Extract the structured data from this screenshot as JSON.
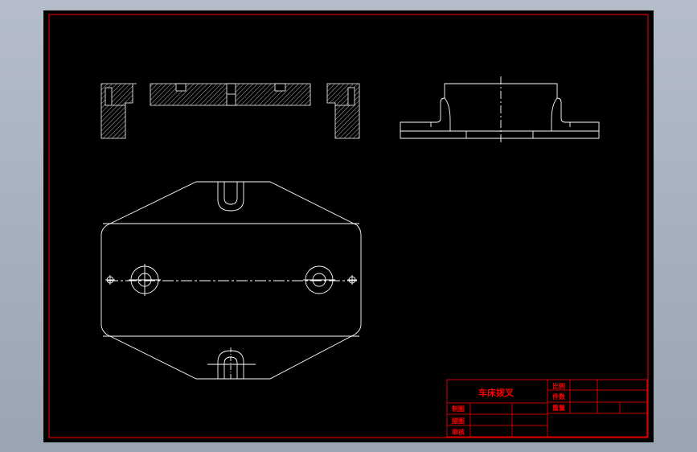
{
  "app": {
    "canvas_background": "#000000",
    "viewport_background": "#a8b1bd",
    "line_color": "#ffffff",
    "border_color": "#ff0000",
    "text_color": "#ff0000"
  },
  "title_block": {
    "drawing_name": "车床拨叉",
    "scale_label": "比例",
    "count_label": "件数",
    "weight_label": "重量",
    "drawn_by_label": "制图",
    "designed_by_label": "描图",
    "checked_by_label": "审核"
  },
  "views": {
    "front_section": "front-section-view",
    "side_view": "side-view",
    "top_view": "top-view"
  }
}
